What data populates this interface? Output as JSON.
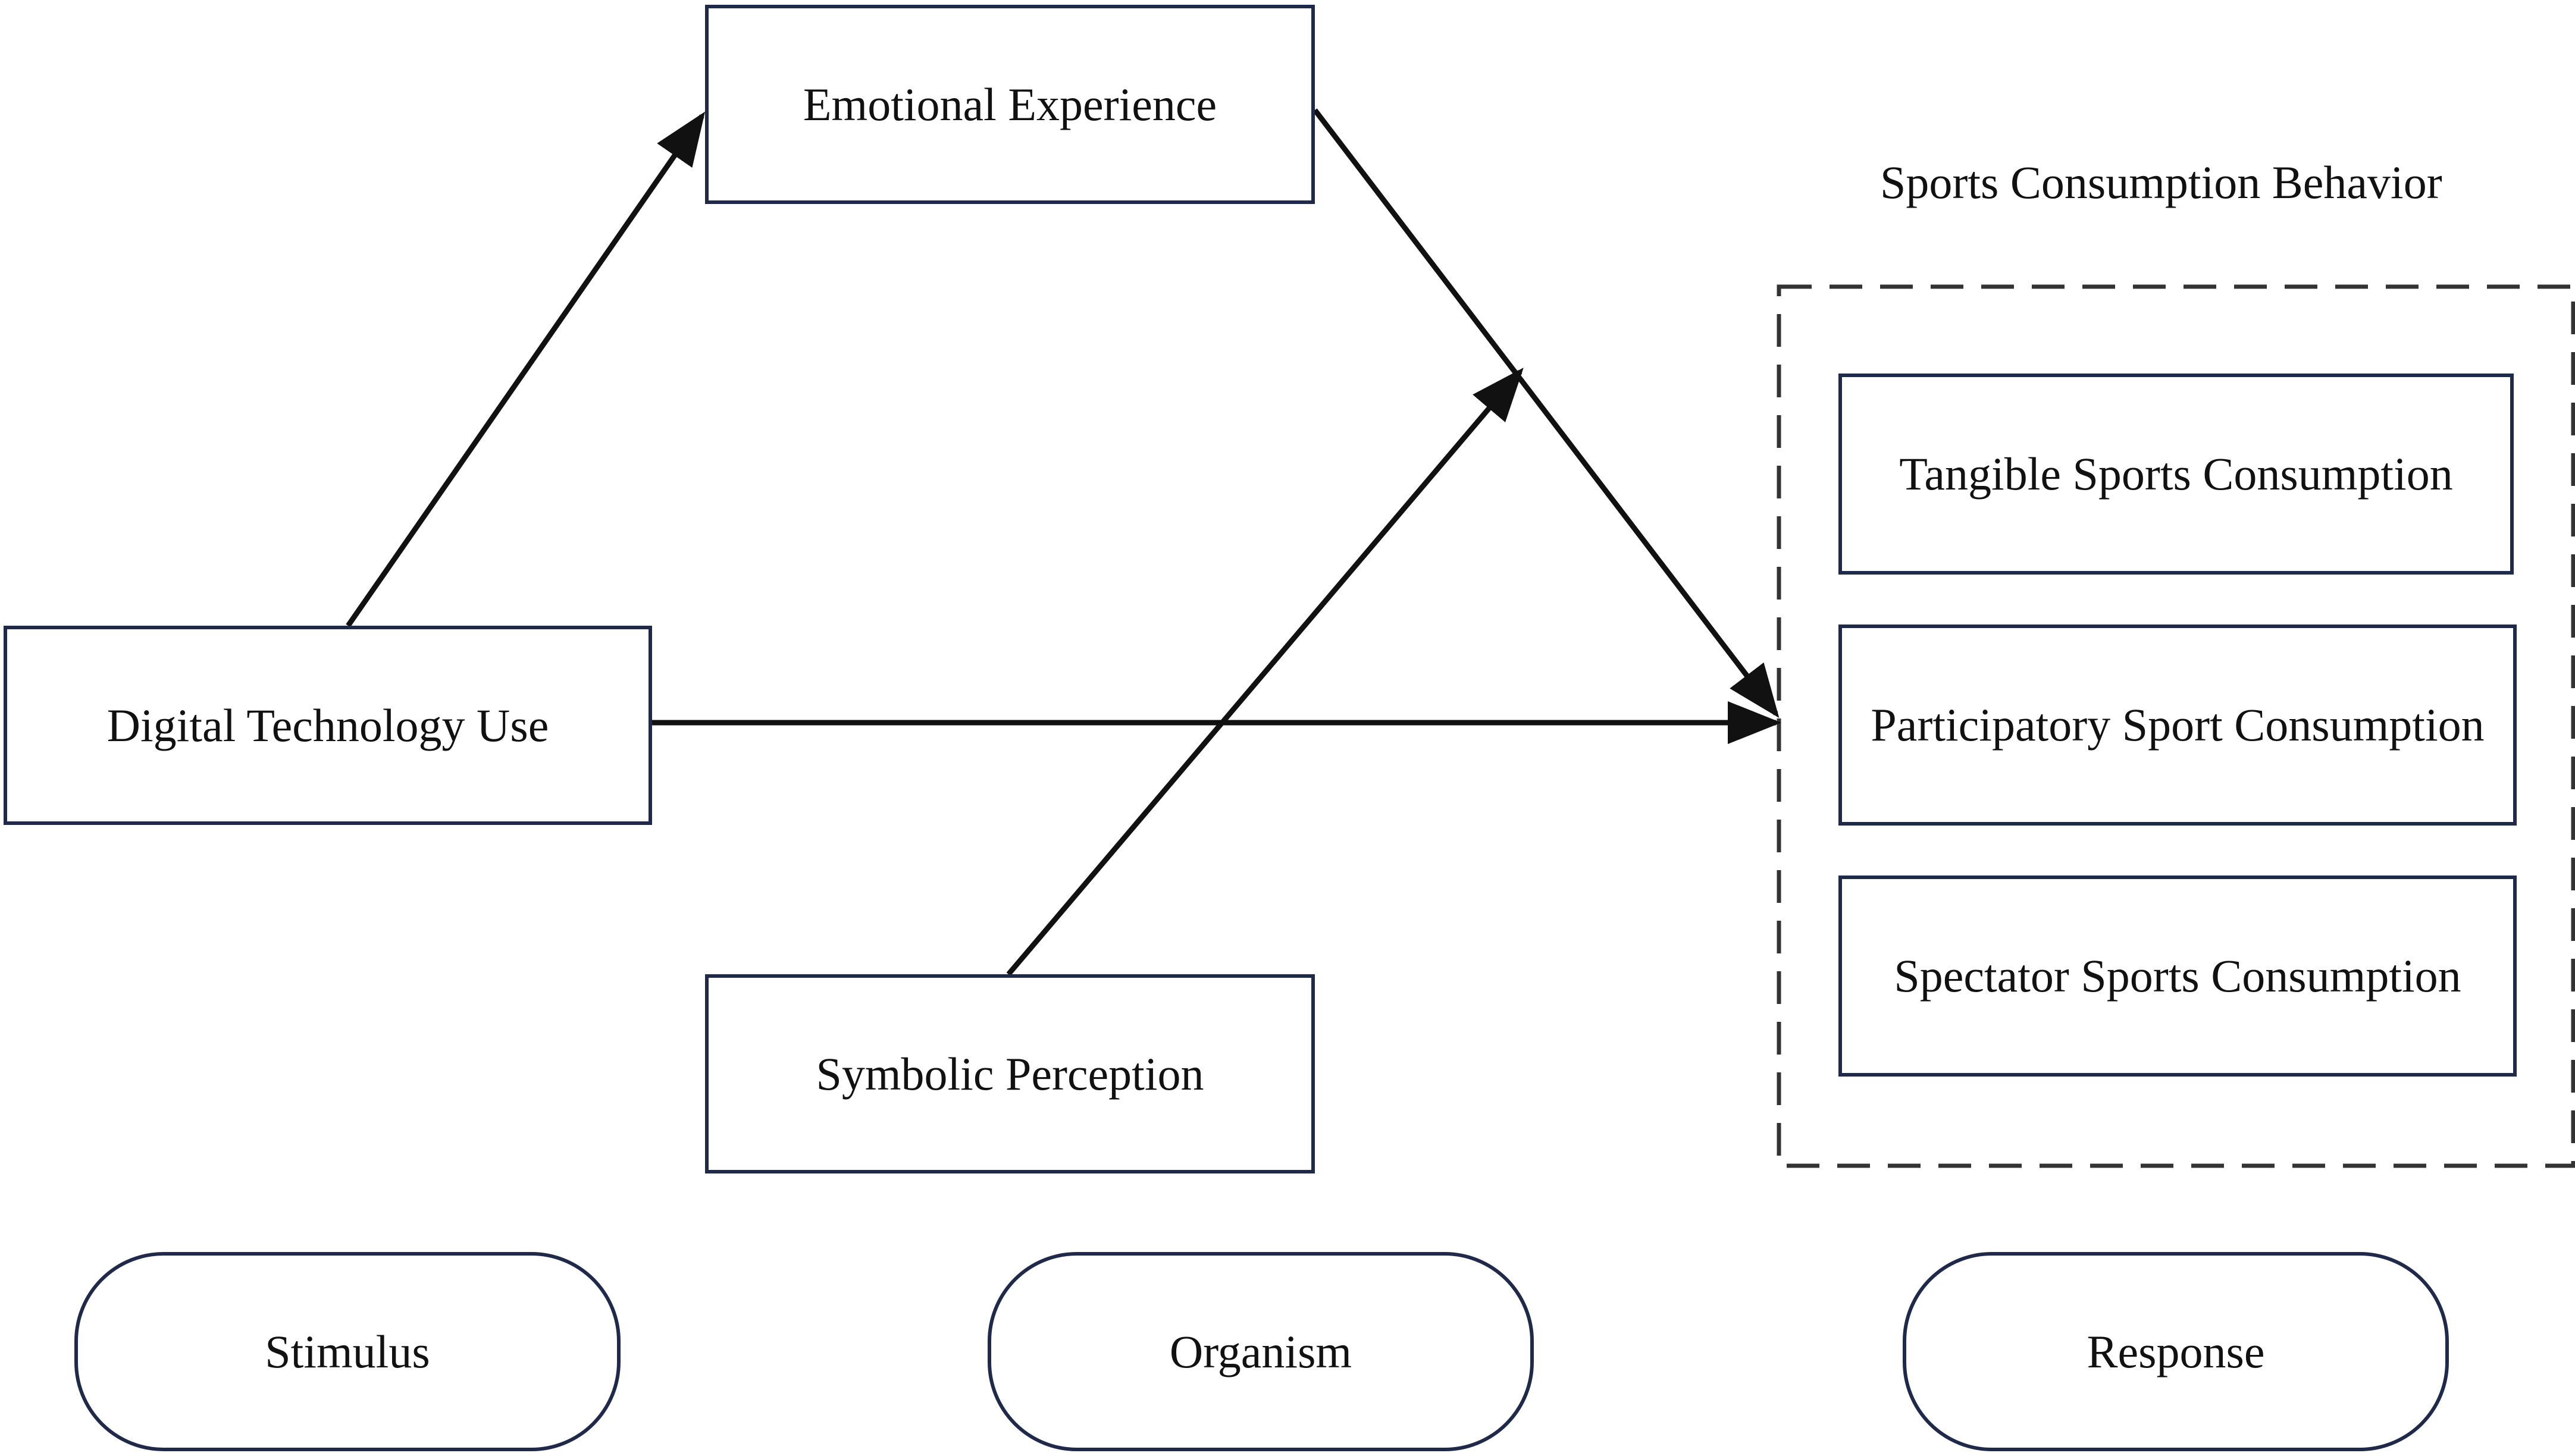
{
  "diagram": {
    "nodes": {
      "emotional_experience": "Emotional Experience",
      "digital_technology_use": "Digital Technology Use",
      "symbolic_perception": "Symbolic Perception",
      "tangible_sports_consumption": "Tangible Sports Consumption",
      "participatory_sport_consumption": "Participatory Sport Consumption",
      "spectator_sports_consumption": "Spectator Sports Consumption"
    },
    "group_title": "Sports Consumption Behavior",
    "stages": {
      "stimulus": "Stimulus",
      "organism": "Organism",
      "response": "Response"
    },
    "edges": [
      {
        "from": "Digital Technology Use",
        "to": "Emotional Experience"
      },
      {
        "from": "Emotional Experience",
        "to": "Sports Consumption Behavior"
      },
      {
        "from": "Digital Technology Use",
        "to": "Sports Consumption Behavior"
      },
      {
        "from": "Symbolic Perception",
        "to": "Emotional Experience → Sports Consumption Behavior path"
      }
    ],
    "colors": {
      "box_border": "#1f2a4a",
      "arrow": "#111111",
      "dashed_group": "#333333"
    }
  }
}
